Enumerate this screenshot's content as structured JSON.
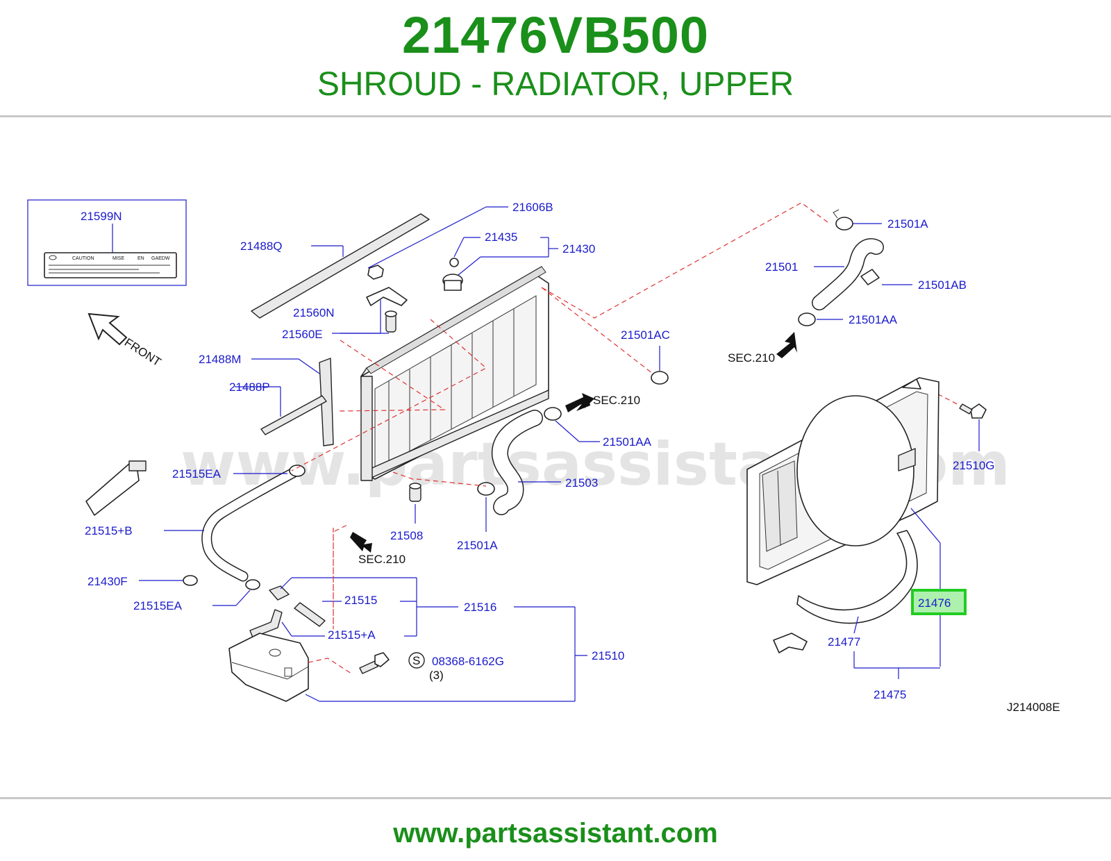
{
  "header": {
    "part_number": "21476VB500",
    "part_title": "SHROUD - RADIATOR, UPPER"
  },
  "diagram": {
    "watermark": "www.partsassistant.com",
    "label_box": {
      "part": "21599N",
      "caution": "CAUTION",
      "mise": "MISE",
      "en": "EN",
      "code": "GAEDW"
    },
    "front_label": "FRONT",
    "sec_label": "SEC.210",
    "highlight_color": "#22cc22",
    "callouts": {
      "c21606B": "21606B",
      "c21435": "21435",
      "c21430": "21430",
      "c21488Q": "21488Q",
      "c21560N": "21560N",
      "c21560E": "21560E",
      "c21488M": "21488M",
      "c21488P": "21488P",
      "c21501A_top": "21501A",
      "c21501": "21501",
      "c21501AB": "21501AB",
      "c21501AA_top": "21501AA",
      "c21501AC": "21501AC",
      "c21501AA_mid": "21501AA",
      "c21503": "21503",
      "c21501A_bot": "21501A",
      "c21508": "21508",
      "c21510G": "21510G",
      "c21515EA_top": "21515EA",
      "c21515B": "21515+B",
      "c21430F": "21430F",
      "c21515EA_bot": "21515EA",
      "c21515": "21515",
      "c21516": "21516",
      "c21515A": "21515+A",
      "c21510": "21510",
      "c08368": "08368-6162G",
      "c08368_qty": "(3)",
      "s_mark": "S",
      "c21476": "21476",
      "c21477": "21477",
      "c21475": "21475",
      "diagram_code": "J214008E"
    }
  },
  "footer": {
    "url": "www.partsassistant.com"
  }
}
